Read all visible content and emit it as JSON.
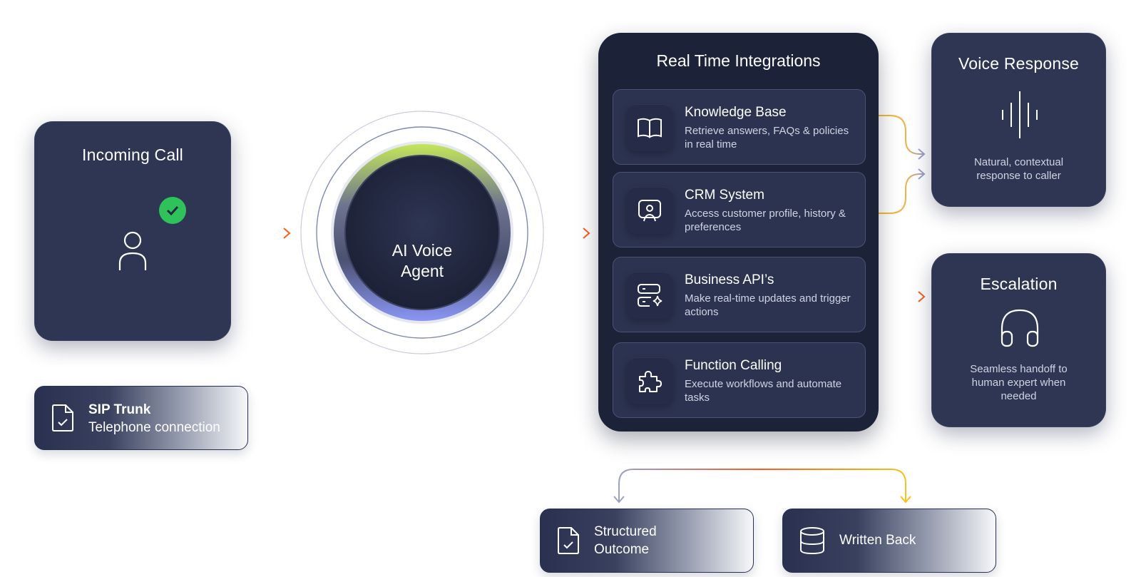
{
  "incoming_call": {
    "title": "Incoming Call",
    "icon": "user-icon",
    "status_icon": "check-icon",
    "status_color": "#2fc25b"
  },
  "sip_trunk": {
    "title": "SIP Trunk",
    "subtitle": "Telephone connection",
    "icon": "document-check-icon"
  },
  "agent": {
    "line1": "AI Voice",
    "line2": "Agent"
  },
  "integrations": {
    "title": "Real Time Integrations",
    "items": [
      {
        "name": "Knowledge Base",
        "desc": "Retrieve answers, FAQs & policies in real time",
        "icon": "book-icon"
      },
      {
        "name": "CRM System",
        "desc": "Access customer profile, history & preferences",
        "icon": "crm-icon"
      },
      {
        "name": "Business API’s",
        "desc": "Make real-time updates and trigger actions",
        "icon": "server-sparkle-icon"
      },
      {
        "name": "Function Calling",
        "desc": "Execute workflows and automate tasks",
        "icon": "puzzle-icon"
      }
    ]
  },
  "voice_response": {
    "title": "Voice Response",
    "desc": "Natural, contextual response to caller",
    "icon": "sound-wave-icon"
  },
  "escalation": {
    "title": "Escalation",
    "desc": "Seamless handoff to human expert when needed",
    "icon": "headphones-icon"
  },
  "outputs": {
    "structured": {
      "line1": "Structured",
      "line2": "Outcome",
      "icon": "document-check-icon"
    },
    "written": {
      "label": "Written Back",
      "icon": "database-icon"
    }
  },
  "colors": {
    "card": "#2e3653",
    "panel": "#1c2237",
    "arrow_orange": "#ff5a1f",
    "arrow_yellow": "#f7c21a",
    "ring_green": "#b8e04a",
    "ring_blue": "#7f8cf0"
  }
}
